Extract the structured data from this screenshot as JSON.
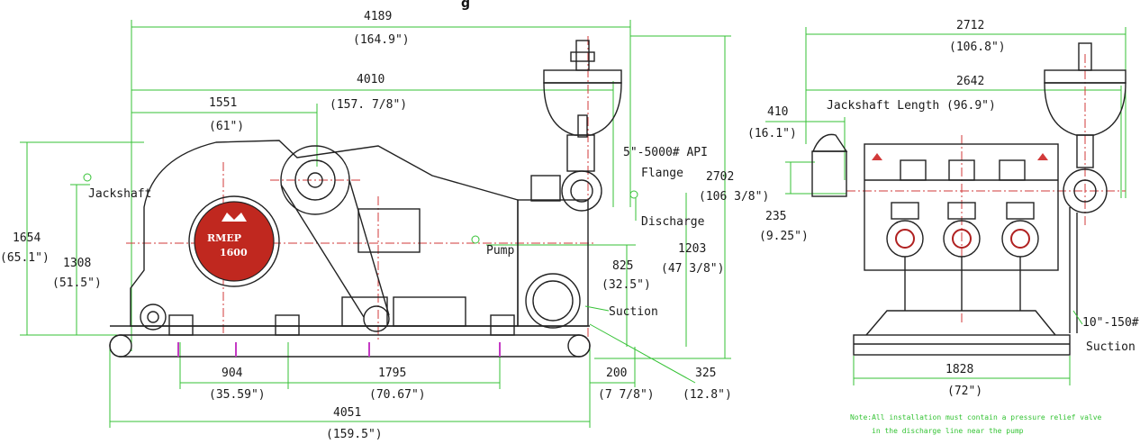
{
  "title": "g",
  "side_view": {
    "overall_length": {
      "mm": "4189",
      "inch": "(164.9\")"
    },
    "length_to_discharge": {
      "mm": "4010",
      "inch": "(157. 7/8\")"
    },
    "jackshaft_offset": {
      "mm": "1551",
      "inch": "(61\")"
    },
    "total_height": {
      "mm": "1654",
      "inch": "(65.1\")"
    },
    "jackshaft_height": {
      "mm": "1308",
      "inch": "(51.5\")"
    },
    "discharge_height": {
      "mm": "2702",
      "inch": "(106 3/8\")"
    },
    "suction_height": {
      "mm": "1203",
      "inch": "(47 3/8\")"
    },
    "pump_center": {
      "mm": "825",
      "inch": "(32.5\")"
    },
    "skid_span_1": {
      "mm": "904",
      "inch": "(35.59\")"
    },
    "skid_span_2": {
      "mm": "1795",
      "inch": "(70.67\")"
    },
    "skid_length": {
      "mm": "4051",
      "inch": "(159.5\")"
    },
    "suction_offset": {
      "mm": "200",
      "inch": "(7 7/8\")"
    },
    "suction_dia": {
      "mm": "325",
      "inch": "(12.8\")"
    },
    "labels": {
      "jackshaft": "Jackshaft",
      "pump": "Pump",
      "api_flange_1": "5\"-5000# API",
      "api_flange_2": "Flange",
      "discharge": "Discharge",
      "suction": "Suction"
    },
    "logo_line1": "RMEP",
    "logo_line2": "1600"
  },
  "end_view": {
    "overall_width": {
      "mm": "2712",
      "inch": "(106.8\")"
    },
    "jackshaft_length_label": "Jackshaft Length (96.9\")",
    "jackshaft_length_mm": "2642",
    "jackshaft_extension": {
      "mm": "410",
      "inch": "(16.1\")"
    },
    "suction_height": {
      "mm": "235",
      "inch": "(9.25\")"
    },
    "base_width": {
      "mm": "1828",
      "inch": "(72\")"
    },
    "suction_flange": "10\"-150#",
    "suction_label": "Suction",
    "note_line1": "Note:All installation must contain a pressure relief valve",
    "note_line2": "in the discharge line near the pump"
  },
  "colors": {
    "dimension": "#36c236",
    "centerline": "#d23a3a",
    "outline": "#222222",
    "accent": "#c43ac4"
  }
}
